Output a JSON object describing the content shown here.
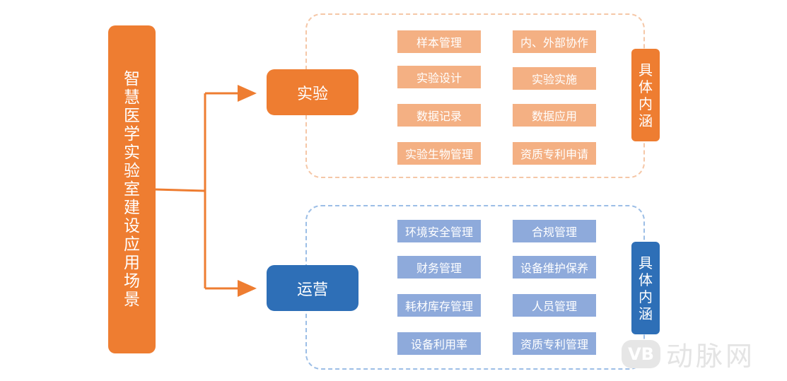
{
  "root": {
    "label": "智慧医学实验室建设应用场景"
  },
  "branches": [
    {
      "label": "实验",
      "side_label": "具体内涵",
      "items": [
        "样本管理",
        "内、外部协作",
        "实验设计",
        "实验实施",
        "数据记录",
        "数据应用",
        "实验生物管理",
        "资质专利申请"
      ]
    },
    {
      "label": "运营",
      "side_label": "具体内涵",
      "items": [
        "环境安全管理",
        "合规管理",
        "财务管理",
        "设备维护保养",
        "耗材库存管理",
        "人员管理",
        "设备利用率",
        "资质专利管理"
      ]
    }
  ],
  "colors": {
    "orange": "#EE7D31",
    "orange_light": "#F4B083",
    "blue": "#2E6FB7",
    "blue_light": "#8EAADB"
  },
  "watermark": {
    "logo": "VB",
    "text": "动脉网"
  }
}
